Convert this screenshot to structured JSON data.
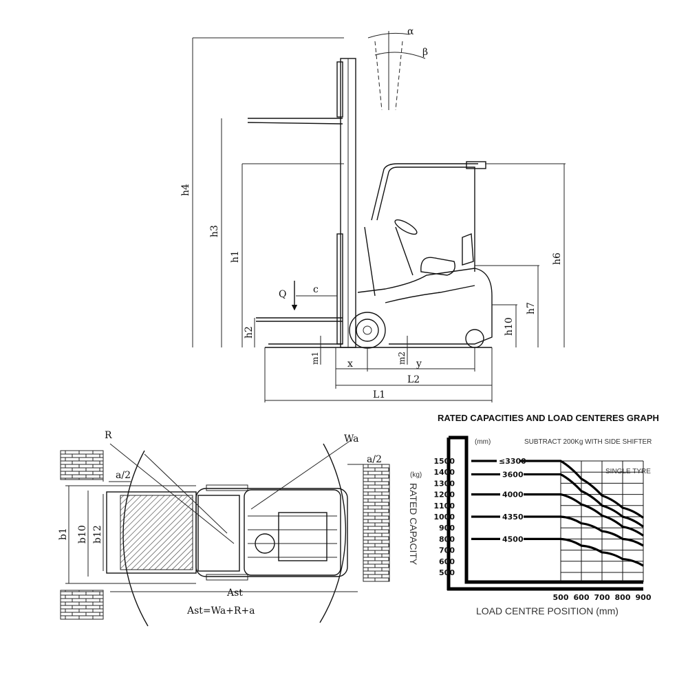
{
  "side_view": {
    "angles": {
      "alpha": "α",
      "beta": "β"
    },
    "dims": {
      "h4": "h4",
      "h3": "h3",
      "h1": "h1",
      "h2": "h2",
      "h6": "h6",
      "h7": "h7",
      "h10": "h10",
      "Q": "Q",
      "c": "c",
      "m1": "m1",
      "m2": "m2",
      "x": "x",
      "y": "y",
      "L2": "L2",
      "L1": "L1"
    }
  },
  "top_view": {
    "R": "R",
    "Wa": "Wa",
    "a2_left": "a/2",
    "a2_right": "a/2",
    "b1": "b1",
    "b10": "b10",
    "b12": "b12",
    "Ast": "Ast",
    "formula": "Ast=Wa+R+a"
  },
  "graph": {
    "title": "RATED CAPACITIES AND LOAD CENTERES GRAPH",
    "unit_mm": "(mm)",
    "note_shifter": "SUBTRACT 200Kg WITH SIDE SHIFTER",
    "note_tyre": "SINGLE TYRE",
    "unit_kg": "(kg)",
    "ylabel": "RATED CAPACITY",
    "xlabel": "LOAD CENTRE POSITION (mm)"
  },
  "chart_data": {
    "type": "line",
    "title": "RATED CAPACITIES AND LOAD CENTERES GRAPH",
    "xlabel": "LOAD CENTRE POSITION (mm)",
    "ylabel": "RATED CAPACITY",
    "x_ticks": [
      "500",
      "600",
      "700",
      "800",
      "900"
    ],
    "y_ticks": [
      "1500",
      "1400",
      "1300",
      "1200",
      "1100",
      "1000",
      "900",
      "800",
      "700",
      "600",
      "500"
    ],
    "xlim": [
      500,
      900
    ],
    "ylim": [
      500,
      1500
    ],
    "series": [
      {
        "name": "≤3300",
        "x": [
          500,
          600,
          700,
          800,
          900
        ],
        "y": [
          1500,
          1340,
          1190,
          1080,
          990
        ]
      },
      {
        "name": "3600",
        "x": [
          500,
          600,
          700,
          800,
          900
        ],
        "y": [
          1380,
          1230,
          1100,
          1000,
          910
        ]
      },
      {
        "name": "4000",
        "x": [
          500,
          600,
          700,
          800,
          900
        ],
        "y": [
          1200,
          1110,
          1010,
          910,
          830
        ]
      },
      {
        "name": "4350",
        "x": [
          500,
          600,
          700,
          800,
          900
        ],
        "y": [
          1000,
          940,
          870,
          800,
          740
        ]
      },
      {
        "name": "4500",
        "x": [
          500,
          600,
          700,
          800,
          900
        ],
        "y": [
          800,
          740,
          680,
          620,
          560
        ]
      }
    ]
  }
}
